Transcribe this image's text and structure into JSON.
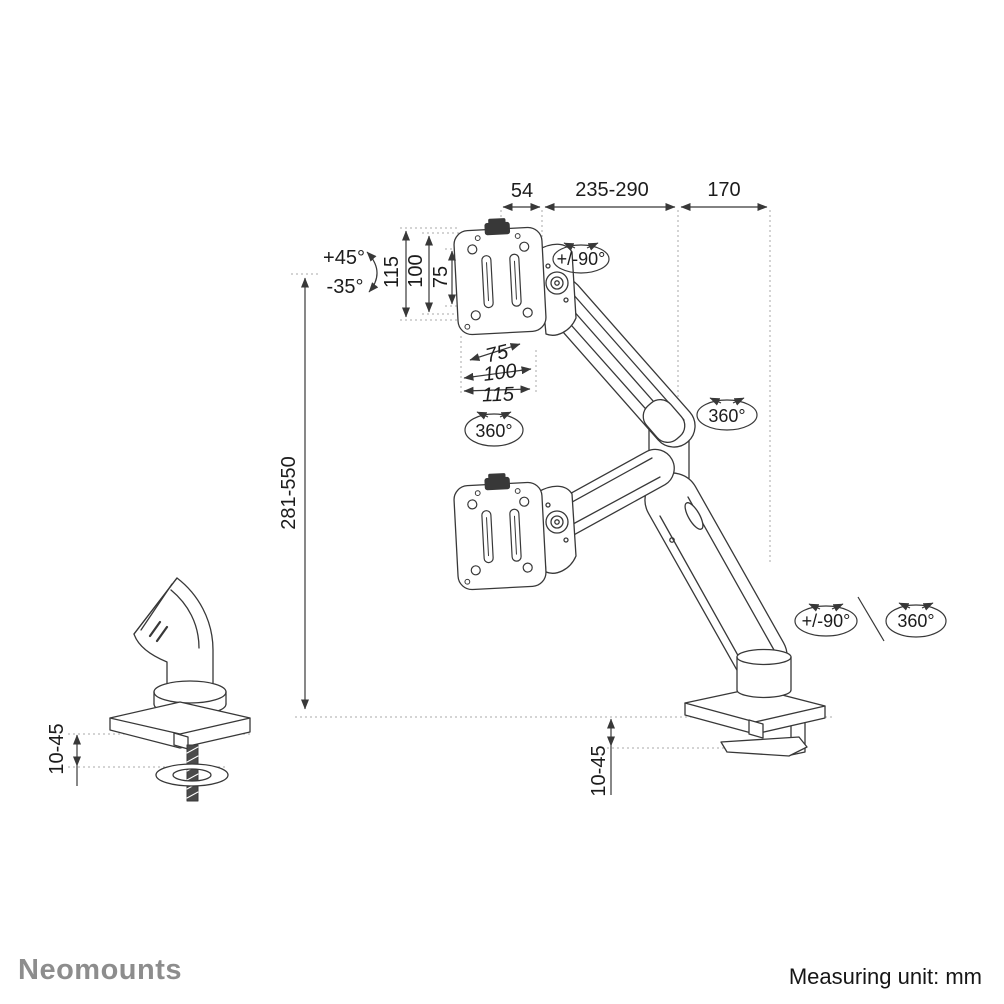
{
  "footer": {
    "logo": "Neomounts",
    "note": "Measuring unit: mm"
  },
  "labels": {
    "top_width_head": "54",
    "top_reach_upper": "235-290",
    "top_reach_lower": "170",
    "tilt_up": "+45°",
    "tilt_down": "-35°",
    "vesa_height_115": "115",
    "vesa_height_100": "100",
    "vesa_height_75": "75",
    "head_swivel": "+/-90°",
    "vesa_width_75": "75",
    "vesa_width_100": "100",
    "vesa_width_115": "115",
    "arm_rotation_left": "360°",
    "arm_rotation_right": "360°",
    "height_range": "281-550",
    "base_swivel": "+/-90°",
    "base_rotation": "360°",
    "desk_thickness_left": "10-45",
    "desk_thickness_center": "10-45"
  },
  "colors": {
    "line": "#383838",
    "dotted": "#a9a9a9",
    "text": "#1c1c1c",
    "logo": "#8d8d8d",
    "background": "#ffffff"
  }
}
